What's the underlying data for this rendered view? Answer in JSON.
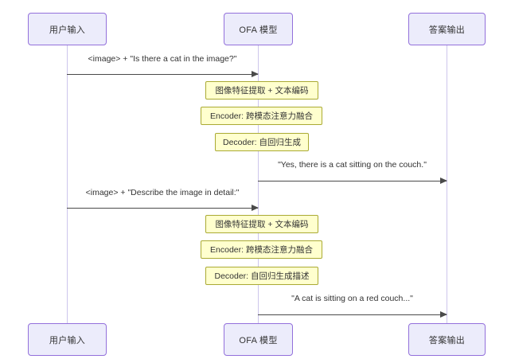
{
  "diagram": {
    "type": "sequence-diagram",
    "background_color": "#ffffff",
    "participant_fill": "#ececfb",
    "participant_border": "#9370db",
    "lifeline_color": "#cdc6ec",
    "arrow_color": "#4a4a4a",
    "note_fill": "#ffffce",
    "note_border": "#aaaa33"
  },
  "participants": [
    {
      "id": "user",
      "label": "用户输入"
    },
    {
      "id": "model",
      "label": "OFA 模型"
    },
    {
      "id": "answer",
      "label": "答案输出"
    }
  ],
  "messages": [
    {
      "id": "m1",
      "from": "user",
      "to": "model",
      "label": "<image> + \"Is there a cat in the image?\""
    },
    {
      "id": "m2",
      "from": "model",
      "to": "answer",
      "label": "\"Yes, there is a cat sitting on the couch.\""
    },
    {
      "id": "m3",
      "from": "user",
      "to": "model",
      "label": "<image> + \"Describe the image in detail:\""
    },
    {
      "id": "m4",
      "from": "model",
      "to": "answer",
      "label": "\"A cat is sitting on a red couch...\""
    }
  ],
  "notes": [
    {
      "id": "n1",
      "on": "model",
      "label": "图像特征提取 + 文本编码"
    },
    {
      "id": "n2",
      "on": "model",
      "label": "Encoder: 跨模态注意力融合"
    },
    {
      "id": "n3",
      "on": "model",
      "label": "Decoder: 自回归生成"
    },
    {
      "id": "n4",
      "on": "model",
      "label": "图像特征提取 + 文本编码"
    },
    {
      "id": "n5",
      "on": "model",
      "label": "Encoder: 跨模态注意力融合"
    },
    {
      "id": "n6",
      "on": "model",
      "label": "Decoder: 自回归生成描述"
    }
  ]
}
